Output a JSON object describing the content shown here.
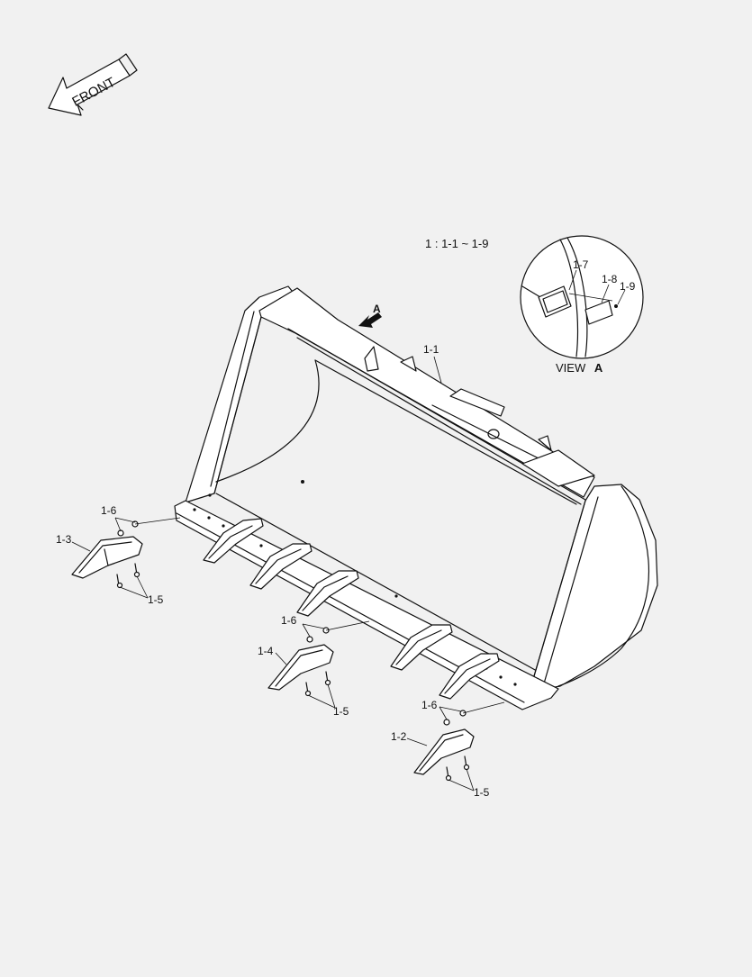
{
  "front_arrow_label": "FRONT",
  "group_note": "1 : 1-1 ~ 1-9",
  "view_letter": "A",
  "view_title_prefix": "VIEW",
  "view_title_letter": "A",
  "callouts": {
    "c1_1": "1-1",
    "c1_2": "1-2",
    "c1_3": "1-3",
    "c1_4": "1-4",
    "c1_5_left": "1-5",
    "c1_5_mid": "1-5",
    "c1_5_right": "1-5",
    "c1_6_left": "1-6",
    "c1_6_mid": "1-6",
    "c1_6_right": "1-6",
    "c1_7": "1-7",
    "c1_8": "1-8",
    "c1_9": "1-9"
  },
  "colors": {
    "background": "#f1f1f1",
    "line": "#111111",
    "fill": "#ffffff"
  }
}
